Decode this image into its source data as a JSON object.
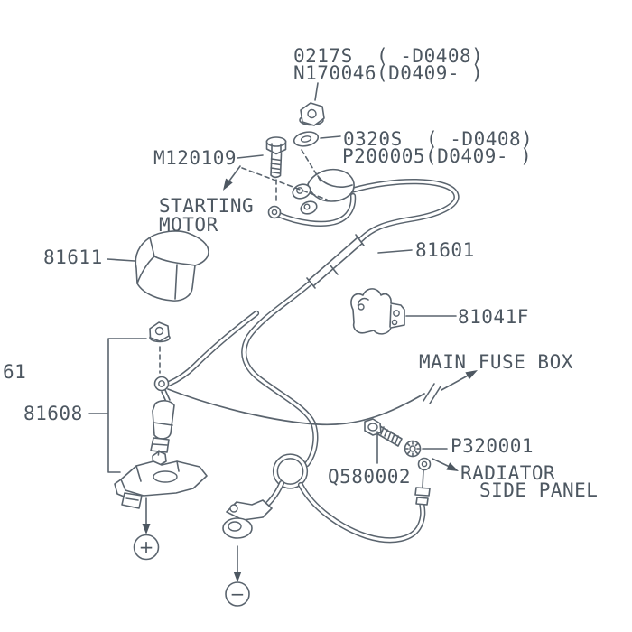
{
  "meta": {
    "background_color": "#ffffff",
    "line_color": "#5a646e",
    "text_color": "#4d5761",
    "diagram_type": "auto-parts exploded diagram (battery cable / starter harness)"
  },
  "labels": {
    "fastener_top_1": "0217S  ( -D0408)",
    "fastener_top_2": "N170046(D0409- )",
    "washer_top_1": "0320S  ( -D0408)",
    "washer_top_2": "P200005(D0409- )",
    "bolt_starter": "M120109",
    "starting_motor_1": "STARTING",
    "starting_motor_2": "MOTOR",
    "cover": "81611",
    "cable": "81601",
    "bracket": "81041F",
    "terminal": "81608",
    "partial_left_edge": "61",
    "main_fuse_box": "MAIN FUSE BOX",
    "ground_washer": "P320001",
    "ground_bolt": "Q580002",
    "radiator_1": "RADIATOR",
    "radiator_2": "SIDE PANEL"
  },
  "battery_symbols": {
    "positive": "+",
    "negative": "−"
  }
}
